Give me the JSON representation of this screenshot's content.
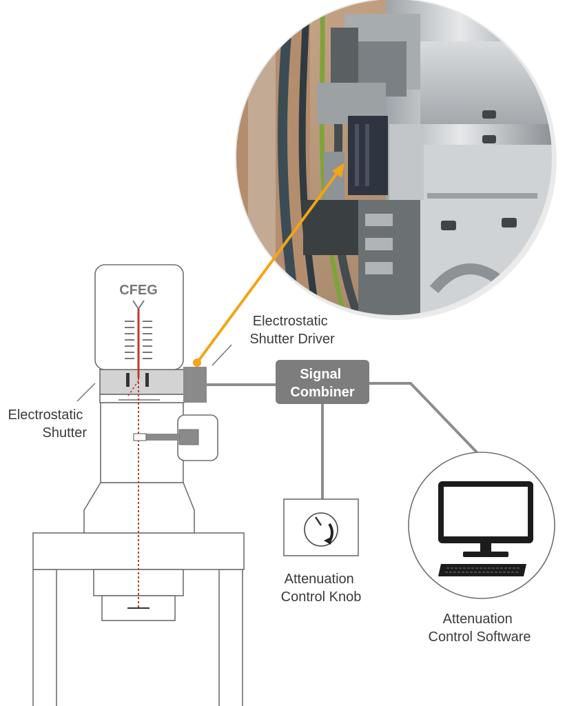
{
  "labels": {
    "cfeg": "CFEG",
    "shutter": [
      "Electrostatic",
      "Shutter"
    ],
    "driver": [
      "Electrostatic",
      "Shutter Driver"
    ],
    "combiner": [
      "Signal",
      "Combiner"
    ],
    "knob": [
      "Attenuation",
      "Control Knob"
    ],
    "software": [
      "Attenuation",
      "Control Software"
    ]
  },
  "photo_caption": "",
  "colors": {
    "beam": "#c0392b",
    "connector": "#f2a516",
    "combiner_fill": "#7d7d7d",
    "shutter_band": "#d3d3d3",
    "driver_box": "#8a8a8a",
    "outline": "#6e6e6e"
  },
  "icons": [
    "knob-rotation-icon",
    "monitor-icon",
    "keyboard-icon"
  ]
}
